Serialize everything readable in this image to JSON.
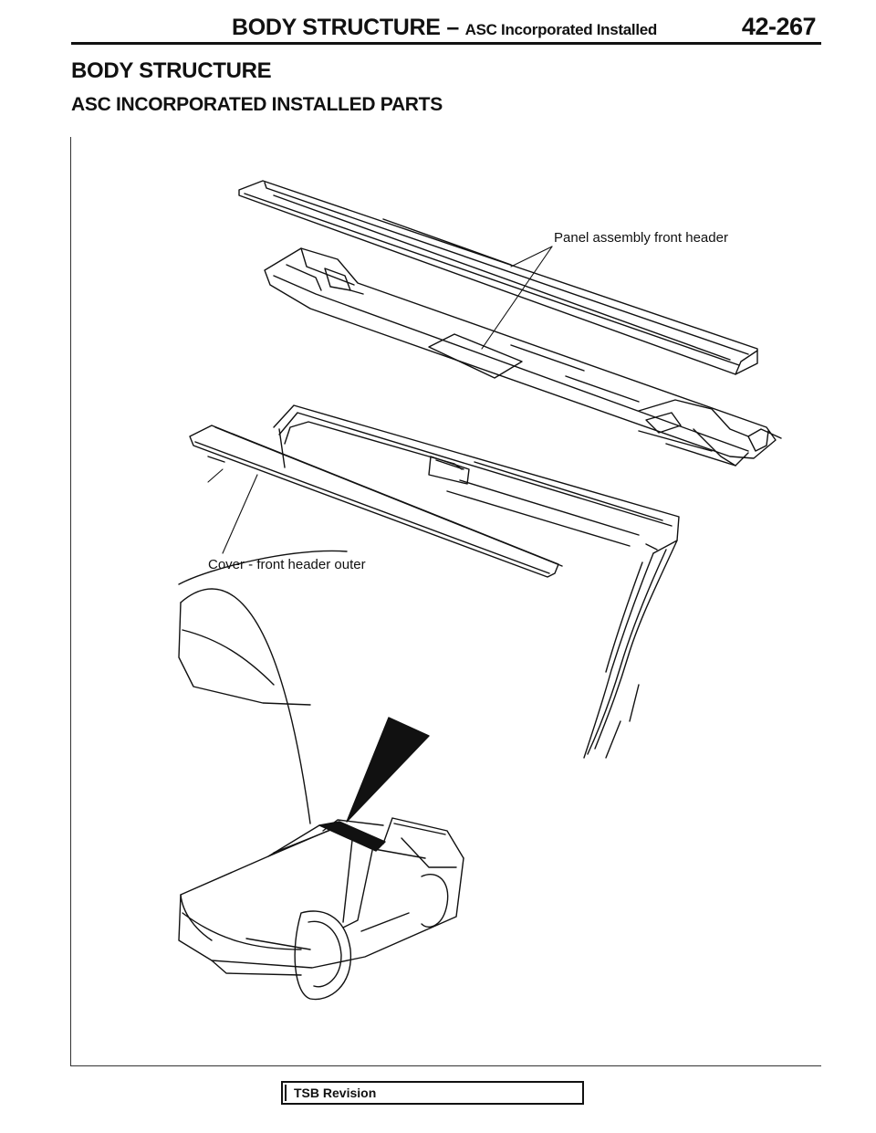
{
  "header": {
    "section_title": "BODY STRUCTURE",
    "dash": "–",
    "section_subtitle": "ASC Incorporated Installed",
    "page_number": "42-267"
  },
  "titles": {
    "main": "BODY STRUCTURE",
    "sub": "ASC INCORPORATED INSTALLED PARTS"
  },
  "callouts": {
    "panel": "Panel assembly front header",
    "cover": "Cover - front header outer"
  },
  "footer": {
    "tsb_label": "TSB Revision"
  }
}
